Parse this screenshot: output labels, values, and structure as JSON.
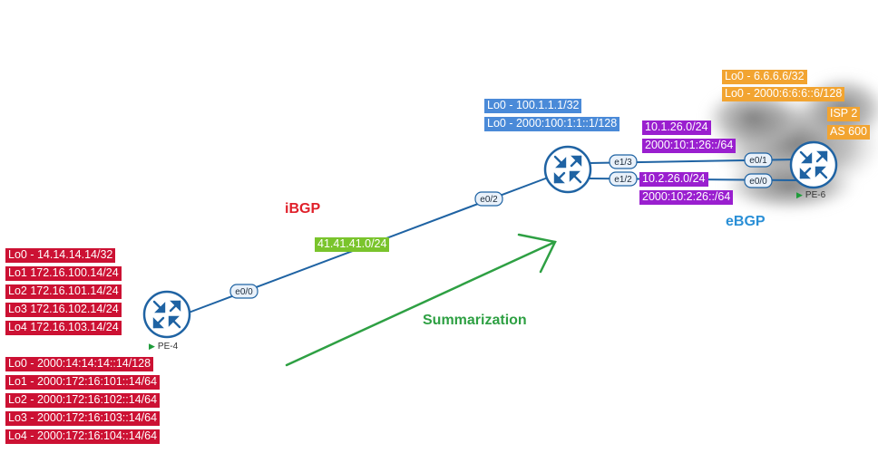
{
  "devices": {
    "pe4": {
      "name": "PE-4"
    },
    "core": {
      "name": ""
    },
    "pe6": {
      "name": "PE-6"
    }
  },
  "interfaces": {
    "pe4_e0_0": "e0/0",
    "core_e0_2": "e0/2",
    "core_e1_3": "e1/3",
    "core_e1_2": "e1/2",
    "pe6_e0_1": "e0/1",
    "pe6_e0_0": "e0/0"
  },
  "pe4_ipv4": [
    "Lo0 - 14.14.14.14/32",
    "Lo1 172.16.100.14/24",
    "Lo2 172.16.101.14/24",
    "Lo3 172.16.102.14/24",
    "Lo4 172.16.103.14/24"
  ],
  "pe4_ipv6": [
    "Lo0 - 2000:14:14:14::14/128",
    "Lo1 - 2000:172:16:101::14/64",
    "Lo2 - 2000:172:16:102::14/64",
    "Lo3 - 2000:172:16:103::14/64",
    "Lo4 - 2000:172:16:104::14/64"
  ],
  "core_loopbacks": [
    "Lo0 - 100.1.1.1/32",
    "Lo0 - 2000:100:1:1::1/128"
  ],
  "link1_subnets": [
    "10.1.26.0/24",
    "2000:10:1:26::/64"
  ],
  "link2_subnets": [
    "10.2.26.0/24",
    "2000:10:2:26::/64"
  ],
  "pe6_loopbacks": [
    "Lo0 - 6.6.6.6/32",
    "Lo0 - 2000:6:6:6::6/128"
  ],
  "isp": [
    "ISP 2",
    "AS 600"
  ],
  "ibgp_subnet": "41.41.41.0/24",
  "labels": {
    "ibgp": "iBGP",
    "ebgp": "eBGP",
    "summarization": "Summarization"
  },
  "colors": {
    "red": "#cc1133",
    "blue": "#4a8ad8",
    "purple": "#9a1fcf",
    "orange": "#f2a431",
    "green": "#7ac42c",
    "link": "#1f63a3",
    "arrow": "#2ea043"
  }
}
